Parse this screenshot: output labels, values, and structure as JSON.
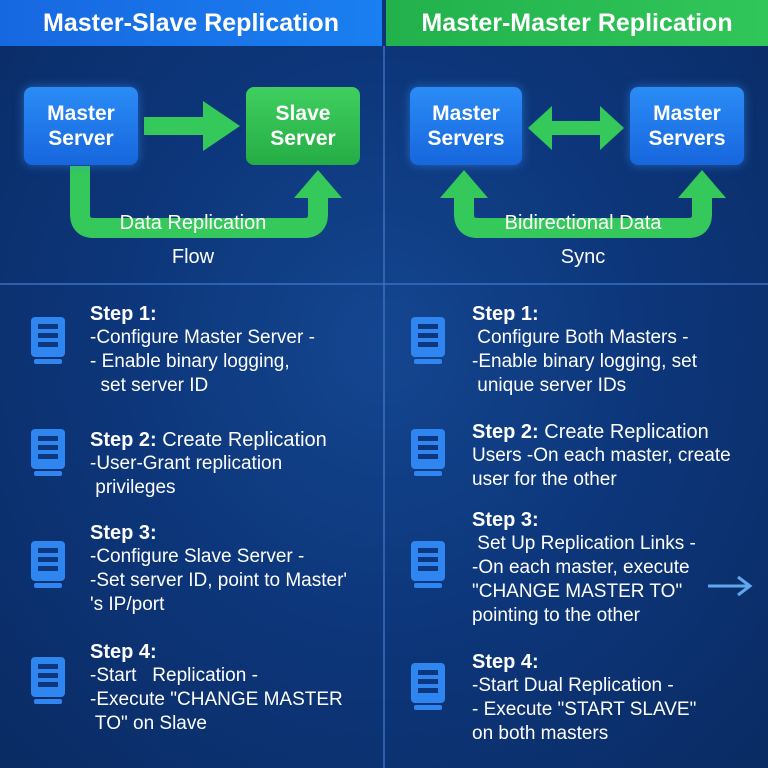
{
  "left": {
    "header": "Master-Slave Replication",
    "box_master": "Master\nServer",
    "box_slave": "Slave\nServer",
    "flow_label_1": "Data Replication",
    "flow_label_2": "Flow",
    "steps": [
      {
        "title": "Step 1:",
        "title_rest": "",
        "lines": [
          "-Configure Master Server -",
          "- Enable binary logging,",
          "  set server ID"
        ]
      },
      {
        "title": "Step 2:",
        "title_rest": " Create Replication",
        "lines": [
          "-User-Grant replication",
          " privileges"
        ]
      },
      {
        "title": "Step 3:",
        "title_rest": "",
        "lines": [
          "-Configure Slave Server -",
          "-Set server ID, point to Master'",
          "'s IP/port"
        ]
      },
      {
        "title": "Step 4:",
        "title_rest": "",
        "lines": [
          "-Start   Replication -",
          "-Execute \"CHANGE MASTER",
          " TO\" on Slave"
        ]
      }
    ]
  },
  "right": {
    "header": "Master-Master Replication",
    "box_master_1": "Master\nServers",
    "box_master_2": "Master\nServers",
    "flow_label_1": "Bidirectional Data",
    "flow_label_2": "Sync",
    "steps": [
      {
        "title": "Step 1:",
        "title_rest": "",
        "lines": [
          " Configure Both Masters -",
          "-Enable binary logging, set",
          " unique server IDs"
        ]
      },
      {
        "title": "Step 2:",
        "title_rest": " Create Replication",
        "lines": [
          "Users -On each master, create",
          "user for the other"
        ]
      },
      {
        "title": "Step 3:",
        "title_rest": "",
        "lines": [
          " Set Up Replication Links -",
          "-On each master, execute",
          "\"CHANGE MASTER TO\"",
          "pointing to the other"
        ]
      },
      {
        "title": "Step 4:",
        "title_rest": "",
        "lines": [
          "-Start Dual Replication -",
          "- Execute \"START SLAVE\"",
          "on both masters"
        ]
      }
    ]
  },
  "colors": {
    "background": "#0d377c",
    "header_left": "#1a74e8",
    "header_right": "#2bbd52",
    "box_blue": "#1f7aea",
    "box_green": "#30bf52",
    "arrow_green": "#35c85a",
    "icon_blue": "#2f86f0",
    "side_arrow": "#5fa8ee"
  }
}
